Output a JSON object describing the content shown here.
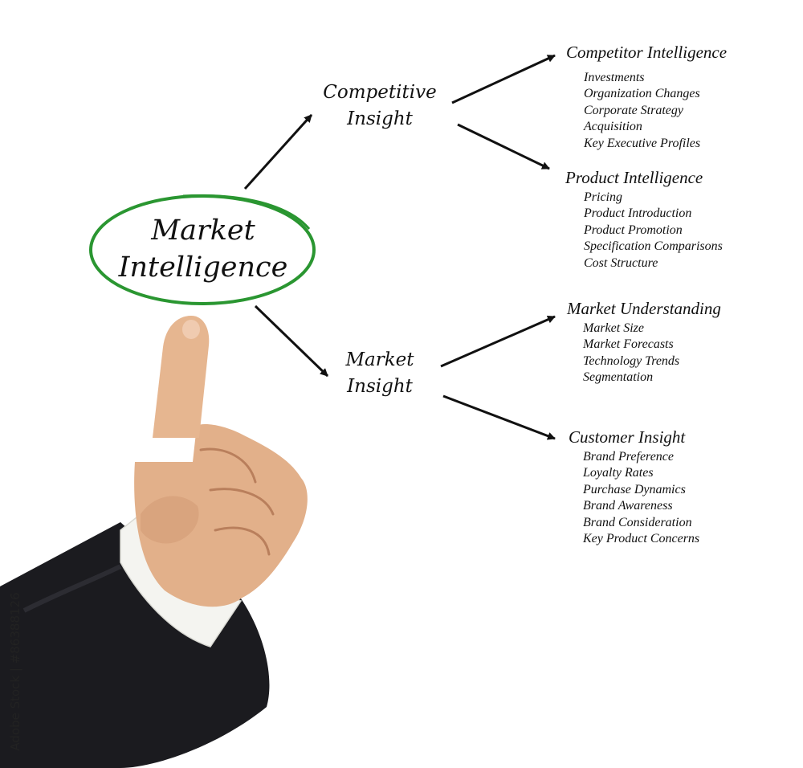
{
  "root": {
    "line1": "Market",
    "line2": "Intelligence"
  },
  "branches": [
    {
      "line1": "Competitive",
      "line2": "Insight",
      "categories": [
        {
          "title": "Competitor Intelligence",
          "items": [
            "Investments",
            "Organization Changes",
            "Corporate Strategy",
            "Acquisition",
            "Key Executive Profiles"
          ]
        },
        {
          "title": "Product Intelligence",
          "items": [
            "Pricing",
            "Product Introduction",
            "Product Promotion",
            "Specification Comparisons",
            "Cost Structure"
          ]
        }
      ]
    },
    {
      "line1": "Market",
      "line2": "Insight",
      "categories": [
        {
          "title": "Market Understanding",
          "items": [
            "Market Size",
            "Market Forecasts",
            "Technology Trends",
            "Segmentation"
          ]
        },
        {
          "title": "Customer Insight",
          "items": [
            "Brand Preference",
            "Loyalty Rates",
            "Purchase Dynamics",
            "Brand Awareness",
            "Brand Consideration",
            "Key Product Concerns"
          ]
        }
      ]
    }
  ],
  "colors": {
    "ellipse": "#2a9631",
    "arrow": "#111111",
    "text": "#111111",
    "suit": "#1b1b1f",
    "skin": "#e2b08a",
    "cuff": "#f4f4f0"
  },
  "watermark": "Adobe Stock | #86388126"
}
